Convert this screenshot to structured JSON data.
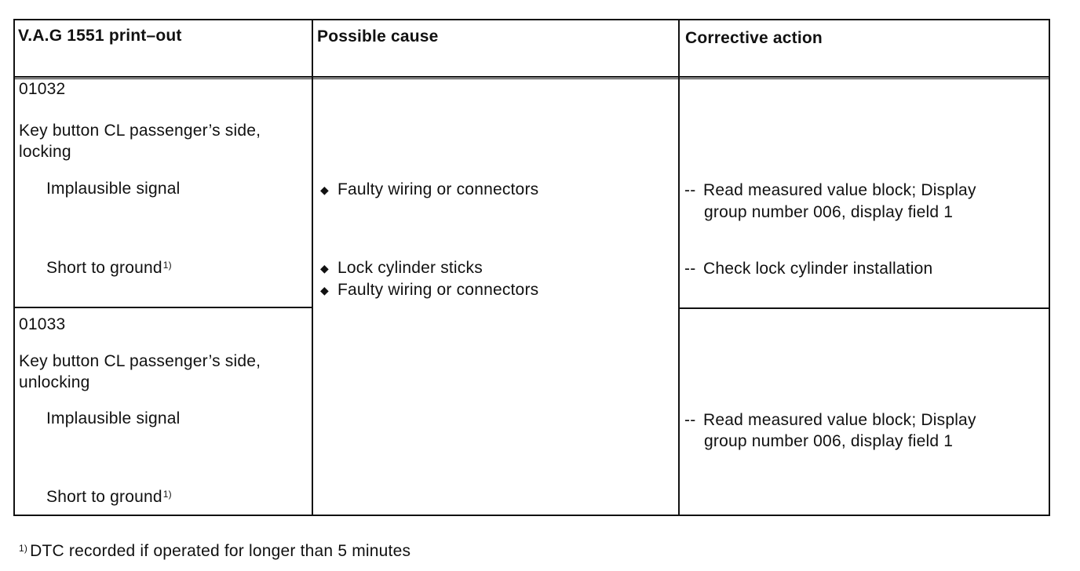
{
  "table": {
    "headers": {
      "printout": "V.A.G 1551 print–out",
      "cause": "Possible cause",
      "action": "Corrective action"
    },
    "rows": [
      {
        "code": "01032",
        "component_line1": "Key button CL passenger’s side,",
        "component_line2": "locking",
        "fault1": "Implausible signal",
        "fault2": "Short to ground",
        "footnote_ref": "1)",
        "cause1": "Faulty wiring or connectors",
        "cause2a": "Lock cylinder sticks",
        "cause2b": "Faulty wiring or connectors",
        "action1_line1": "Read measured value block; Display",
        "action1_line2": "group number  006,  display field 1",
        "action2": "Check lock cylinder installation"
      },
      {
        "code": "01033",
        "component_line1": "Key button CL passenger’s side,",
        "component_line2": "unlocking",
        "fault1": "Implausible signal",
        "fault2": "Short to ground",
        "footnote_ref": "1)",
        "action1_line1": "Read measured value block; Display",
        "action1_line2": "group number 006,  display field 1"
      }
    ]
  },
  "symbols": {
    "bullet": "◆",
    "dash": "--"
  },
  "footnote": {
    "marker": "1)",
    "text": "DTC recorded if operated for longer than 5 minutes"
  }
}
